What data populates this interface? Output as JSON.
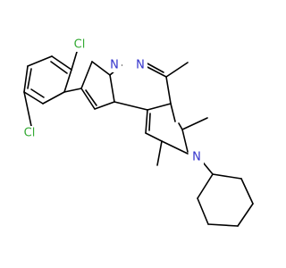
{
  "molecule": {
    "atoms": [
      {
        "id": "Cl1",
        "label": "Cl",
        "color": "#33aa33"
      },
      {
        "id": "Cl2",
        "label": "Cl",
        "color": "#33aa33"
      },
      {
        "id": "N1",
        "label": "N",
        "color": "#3333cc"
      },
      {
        "id": "N2",
        "label": "N",
        "color": "#3333cc"
      },
      {
        "id": "N3",
        "label": "N",
        "color": "#3333cc"
      }
    ]
  }
}
